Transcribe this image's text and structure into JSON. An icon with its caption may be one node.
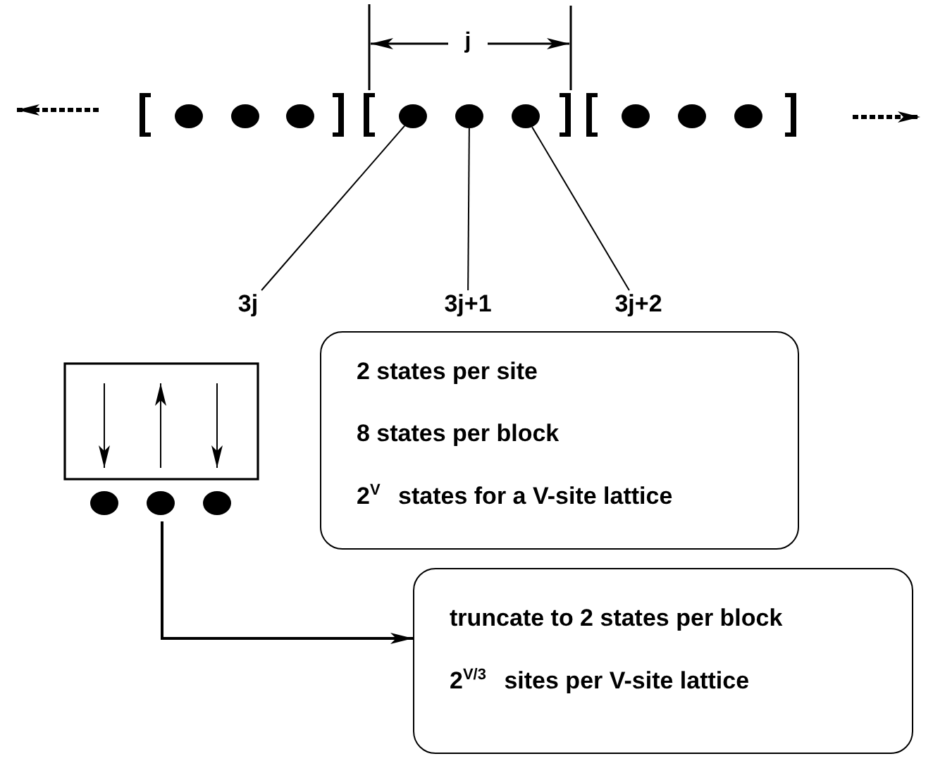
{
  "diagram": {
    "nodes": [
      {
        "text": [
          "3j"
        ]
      },
      {
        "text": [
          "3j+1"
        ]
      },
      {
        "text": [
          "3j+2"
        ]
      },
      {
        "text": [],
        "shape": "circle"
      },
      {
        "text": [],
        "shape": "circle"
      },
      {
        "text": [],
        "shape": "circle"
      },
      {
        "text": [],
        "shape": "box"
      },
      {
        "text": [
          "2 states per site",
          "8 states per block",
          "2$^{V}$ states for a V-site lattice"
        ]
      },
      {
        "text": [
          "truncate to 2 states per block",
          "2$^{V/3}$ sites per V-site lattice"
        ]
      }
    ],
    "edges": [
      {
        "from": 0,
        "to": 3,
        "arrow": "none"
      },
      {
        "from": 1,
        "to": 4,
        "arrow": "none"
      },
      {
        "from": 2,
        "to": 5,
        "arrow": "none"
      },
      {
        "from": 6,
        "to": 8,
        "arrow": "to"
      }
    ],
    "labels": [
      "j"
    ]
  }
}
